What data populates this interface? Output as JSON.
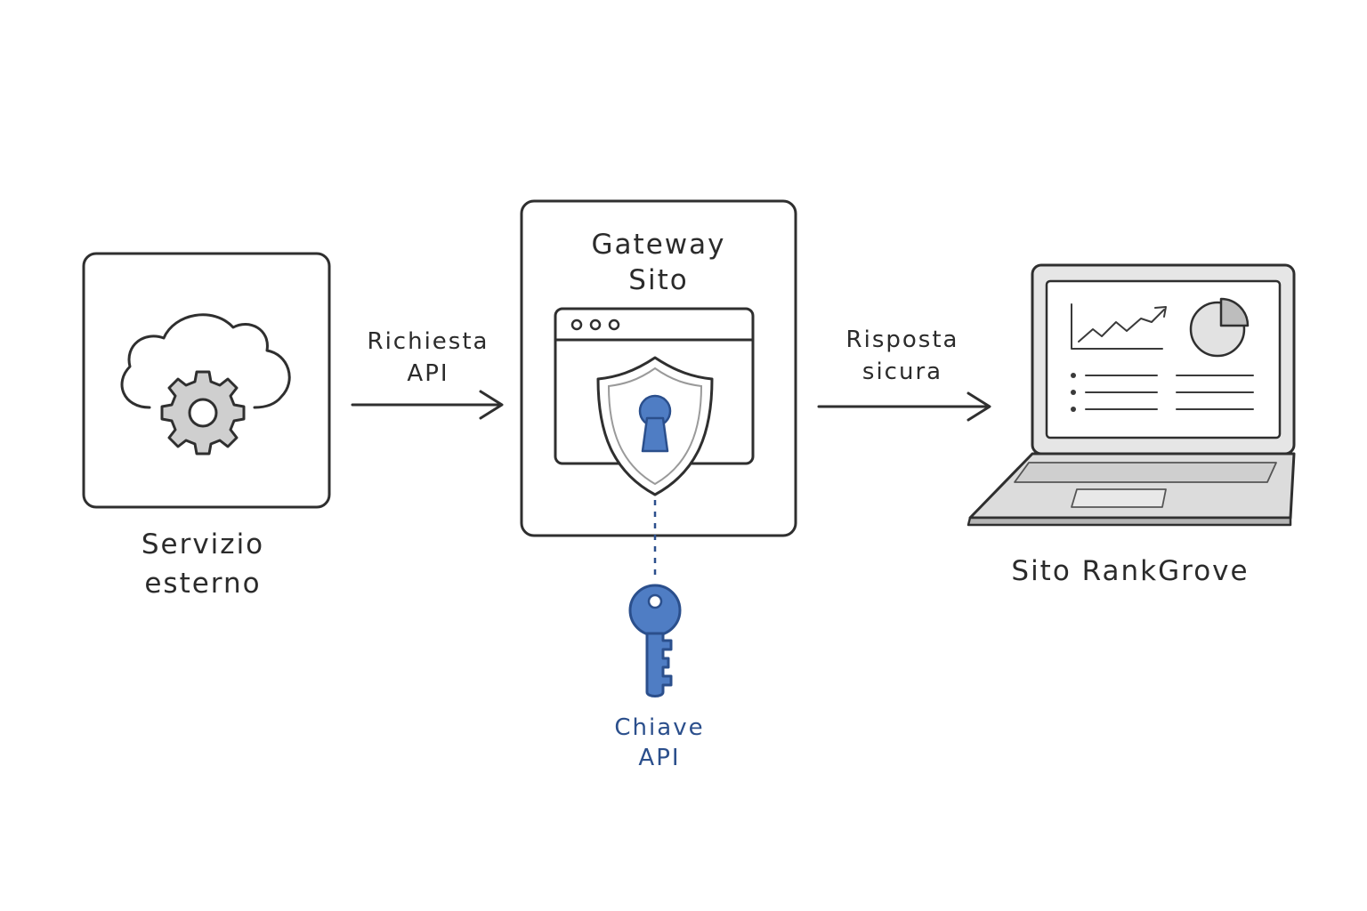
{
  "nodes": {
    "external_service": {
      "line1": "Servizio",
      "line2": "esterno"
    },
    "gateway": {
      "line1": "Gateway",
      "line2": "Sito"
    },
    "rankgrove_site": {
      "label": "Sito RankGrove"
    },
    "api_key": {
      "line1": "Chiave",
      "line2": "API"
    }
  },
  "edges": {
    "request": {
      "line1": "Richiesta",
      "line2": "API"
    },
    "response": {
      "line1": "Risposta",
      "line2": "sicura"
    }
  },
  "icons": {
    "external_service": "cloud-gear-icon",
    "gateway": "browser-shield-keyhole-icon",
    "api_key": "key-icon",
    "rankgrove_site": "laptop-dashboard-icon"
  },
  "colors": {
    "ink": "#2f2f2f",
    "accent_blue": "#4f7dc4",
    "accent_blue_dark": "#2b4f8c"
  }
}
